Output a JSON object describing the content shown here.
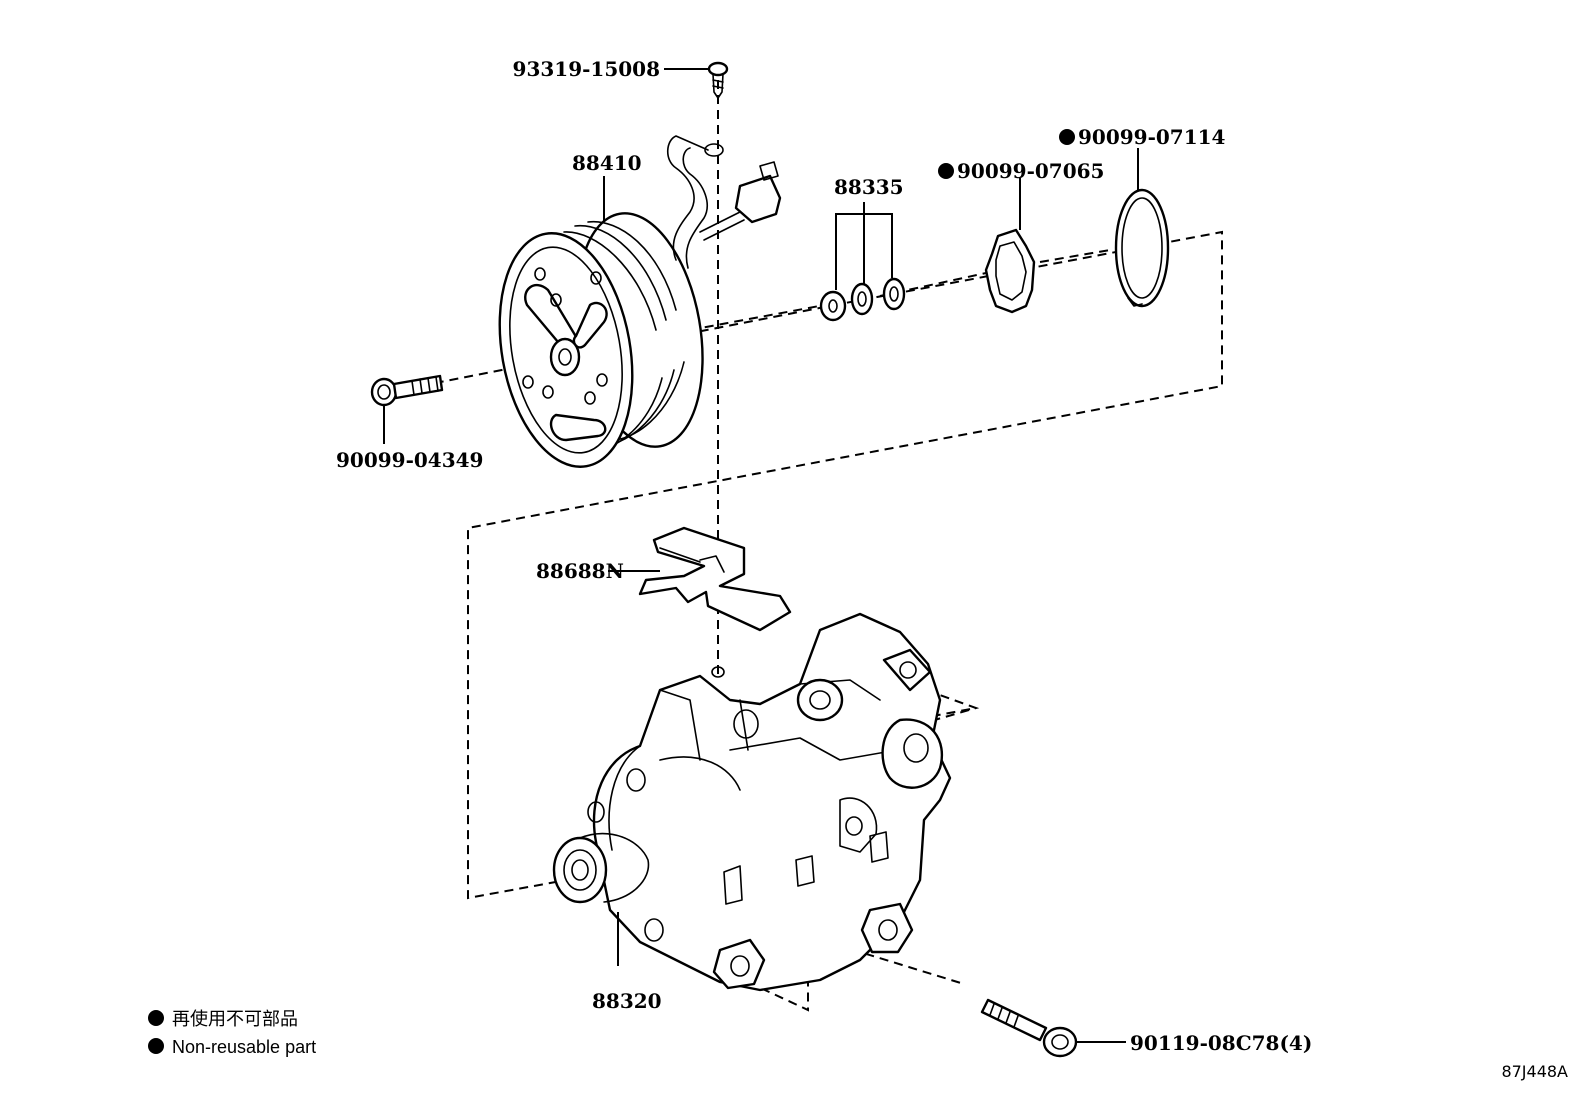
{
  "parts": {
    "p93319": "93319-15008",
    "p88410": "88410",
    "p88335": "88335",
    "p90099_07065": "90099-07065",
    "p90099_07114": "90099-07114",
    "p90099_04349": "90099-04349",
    "p88688N": "88688N",
    "p88320": "88320",
    "p90119": "90119-08C78(4)"
  },
  "legend": {
    "ja": "再使用不可部品",
    "en": "Non-reusable part"
  },
  "illustration_code": "87J448A"
}
